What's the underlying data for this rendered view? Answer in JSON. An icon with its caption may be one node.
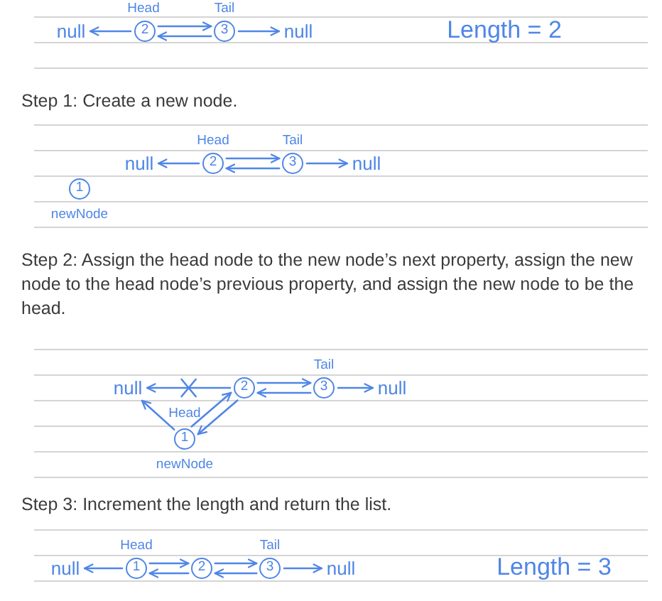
{
  "diagram": {
    "nodes": [
      {
        "text": [
          "null"
        ]
      },
      {
        "text": [
          "2"
        ],
        "beside": [
          "Head"
        ]
      },
      {
        "text": [
          "3"
        ],
        "beside": [
          "Tail"
        ]
      },
      {
        "text": [
          "null"
        ]
      },
      {
        "text": [
          "null"
        ]
      },
      {
        "text": [
          "2"
        ],
        "beside": [
          "Head"
        ]
      },
      {
        "text": [
          "3"
        ],
        "beside": [
          "Tail"
        ]
      },
      {
        "text": [
          "null"
        ]
      },
      {
        "text": [
          "1"
        ],
        "beside": [
          "newNode"
        ]
      },
      {
        "text": [
          "null"
        ]
      },
      {
        "text": [
          "2"
        ]
      },
      {
        "text": [
          "3"
        ],
        "beside": [
          "Tail"
        ]
      },
      {
        "text": [
          "null"
        ]
      },
      {
        "text": [
          "1"
        ],
        "beside": [
          "Head",
          "newNode"
        ]
      },
      {
        "text": [
          "null"
        ]
      },
      {
        "text": [
          "1"
        ],
        "beside": [
          "Head"
        ]
      },
      {
        "text": [
          "2"
        ]
      },
      {
        "text": [
          "3"
        ],
        "beside": [
          "Tail"
        ]
      },
      {
        "text": [
          "null"
        ]
      }
    ],
    "edges": [
      {
        "from": 1,
        "to": 0,
        "arrow": "to"
      },
      {
        "from": 1,
        "to": 2,
        "arrow": "to"
      },
      {
        "from": 2,
        "to": 1,
        "arrow": "to"
      },
      {
        "from": 2,
        "to": 3,
        "arrow": "to"
      },
      {
        "from": 5,
        "to": 4,
        "arrow": "to"
      },
      {
        "from": 5,
        "to": 6,
        "arrow": "to"
      },
      {
        "from": 6,
        "to": 5,
        "arrow": "to"
      },
      {
        "from": 6,
        "to": 7,
        "arrow": "to"
      },
      {
        "from": 10,
        "to": 9,
        "arrow": "to"
      },
      {
        "from": 10,
        "to": 11,
        "arrow": "to"
      },
      {
        "from": 11,
        "to": 10,
        "arrow": "to"
      },
      {
        "from": 11,
        "to": 12,
        "arrow": "to"
      },
      {
        "from": 13,
        "to": 9,
        "arrow": "to"
      },
      {
        "from": 13,
        "to": 10,
        "arrow": "to"
      },
      {
        "from": 10,
        "to": 13,
        "arrow": "to"
      },
      {
        "from": 15,
        "to": 14,
        "arrow": "to"
      },
      {
        "from": 15,
        "to": 16,
        "arrow": "to"
      },
      {
        "from": 16,
        "to": 15,
        "arrow": "to"
      },
      {
        "from": 16,
        "to": 17,
        "arrow": "to"
      },
      {
        "from": 17,
        "to": 16,
        "arrow": "to"
      },
      {
        "from": 17,
        "to": 18,
        "arrow": "to"
      }
    ],
    "labels": [
      "Length = 2",
      "Step 1: Create a new node.",
      "Step 2: Assign the head node to the new node’s next property, assign the new node to the head node’s previous property, and assign the new node to be the head.",
      "Step 3: Increment the length and return the list.",
      "Length = 3"
    ]
  }
}
